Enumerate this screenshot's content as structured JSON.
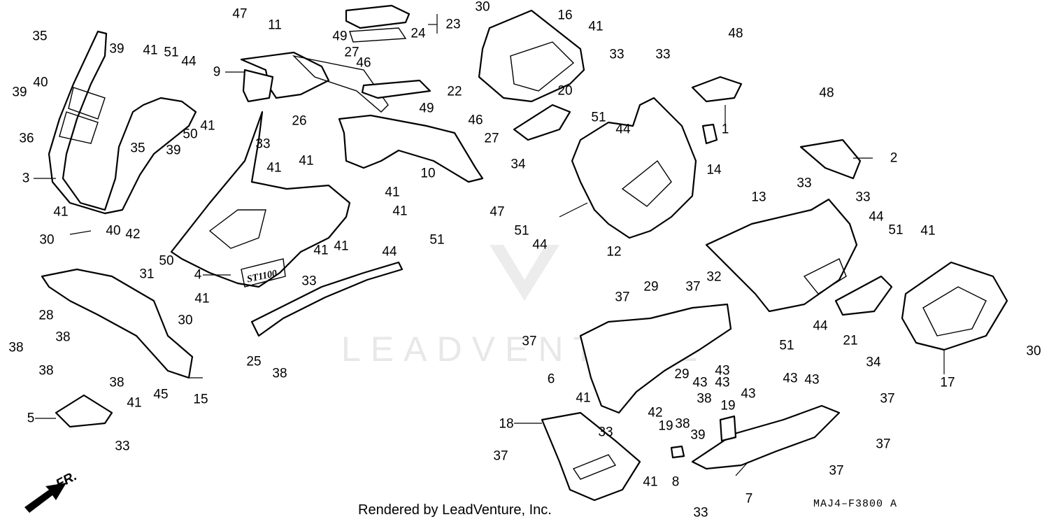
{
  "diagram": {
    "watermark": "LEADVENTURE",
    "credit": "Rendered by LeadVenture, Inc.",
    "code": "MAJ4–F3800 A",
    "front_label": "FR.",
    "model_badge": "ST1100"
  },
  "callouts": [
    "35",
    "39",
    "41",
    "51",
    "44",
    "40",
    "39",
    "36",
    "3",
    "41",
    "40",
    "42",
    "31",
    "30",
    "47",
    "11",
    "49",
    "27",
    "46",
    "23",
    "24",
    "9",
    "26",
    "22",
    "49",
    "46",
    "27",
    "10",
    "50",
    "41",
    "35",
    "39",
    "50",
    "33",
    "41",
    "41",
    "41",
    "41",
    "41",
    "41",
    "44",
    "51",
    "4",
    "41",
    "33",
    "30",
    "28",
    "38",
    "38",
    "38",
    "38",
    "45",
    "15",
    "41",
    "5",
    "33",
    "25",
    "38",
    "30",
    "16",
    "41",
    "33",
    "33",
    "48",
    "20",
    "51",
    "44",
    "1",
    "14",
    "34",
    "47",
    "51",
    "44",
    "12",
    "48",
    "2",
    "33",
    "33",
    "44",
    "51",
    "13",
    "41",
    "44",
    "51",
    "21",
    "34",
    "17",
    "30",
    "37",
    "29",
    "37",
    "32",
    "37",
    "6",
    "43",
    "43",
    "29",
    "42",
    "19",
    "38",
    "38",
    "19",
    "43",
    "43",
    "43",
    "37",
    "41",
    "33",
    "18",
    "37",
    "41",
    "39",
    "8",
    "7",
    "37",
    "37",
    "33",
    "43"
  ]
}
